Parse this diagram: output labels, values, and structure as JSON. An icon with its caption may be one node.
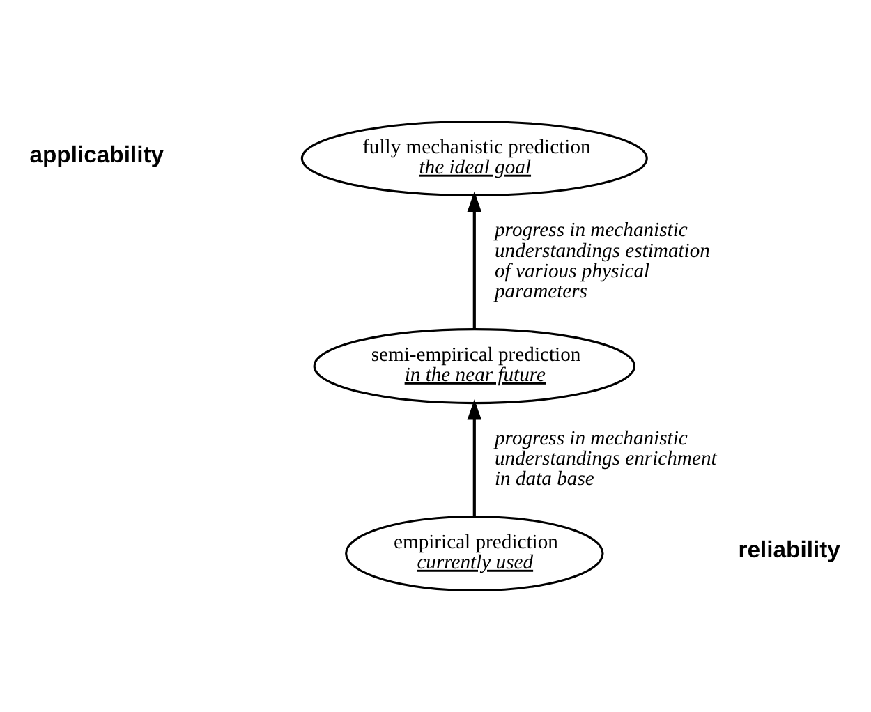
{
  "diagram": {
    "nodes": [
      {
        "text": [
          "empirical prediction",
          "currently used"
        ]
      },
      {
        "text": [
          "semi-empirical prediction",
          "in the near future"
        ]
      },
      {
        "text": [
          "fully mechanistic prediction",
          "the ideal goal"
        ]
      }
    ],
    "edges": [
      {
        "from": 0,
        "to": 1,
        "arrow": "to",
        "label": "progress in mechanistic understandings enrichment in data base"
      },
      {
        "from": 1,
        "to": 2,
        "arrow": "to",
        "label": "progress in mechanistic understandings estimation of various physical parameters"
      }
    ],
    "labels": [
      "applicability",
      "reliability"
    ]
  }
}
